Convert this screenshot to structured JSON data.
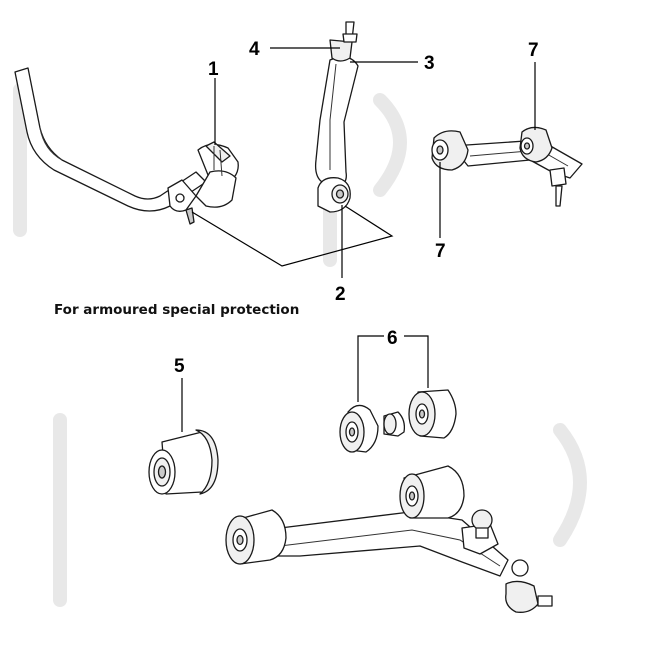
{
  "callouts": {
    "c1": "1",
    "c2": "2",
    "c3": "3",
    "c4": "4",
    "c5": "5",
    "c6": "6",
    "c7_top": "7",
    "c7_bottom": "7"
  },
  "caption": "For armoured special protection"
}
